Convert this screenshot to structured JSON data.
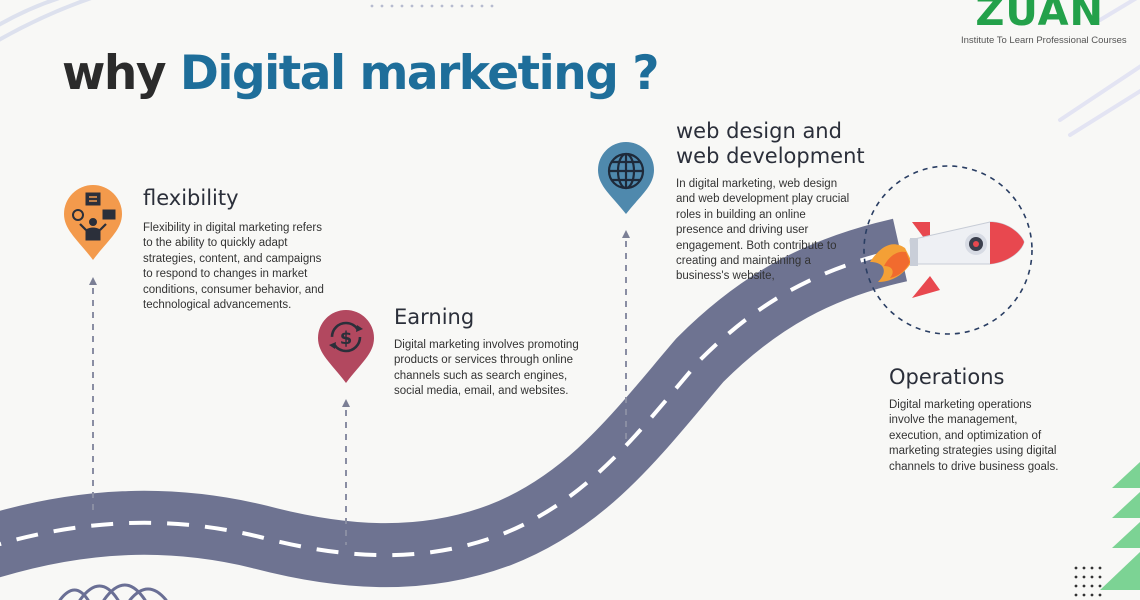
{
  "title": {
    "prefix": "why",
    "accent": "Digital marketing ?"
  },
  "logo": {
    "name": "ZUAN",
    "tagline": "Institute To Learn Professional Courses"
  },
  "sections": {
    "flexibility": {
      "heading": "flexibility",
      "description": "Flexibility in digital marketing refers to the ability to quickly adapt strategies, content, and campaigns to respond to changes in market conditions, consumer behavior, and technological advancements.",
      "pin_color": "#f39a4c",
      "icon": "strategy-person-icon"
    },
    "earning": {
      "heading": "Earning",
      "description": "Digital marketing involves promoting products or services through online channels such as search engines, social media, email, and websites.",
      "pin_color": "#b2485f",
      "icon": "dollar-cycle-icon"
    },
    "web": {
      "heading_line1": "web design and",
      "heading_line2": "web development",
      "description": "In digital marketing, web design and web development play crucial roles in building an online presence and driving user engagement. Both contribute to creating and maintaining a business's website,",
      "pin_color": "#4f89ad",
      "icon": "globe-icon"
    },
    "operations": {
      "heading": "Operations",
      "description": "Digital marketing operations involve the management, execution, and optimization of marketing strategies using digital channels to drive business goals."
    }
  },
  "colors": {
    "road": "#6e7391",
    "accent_blue": "#1e6e9a",
    "brand_green": "#23a14a",
    "rocket_red": "#e8484f"
  }
}
